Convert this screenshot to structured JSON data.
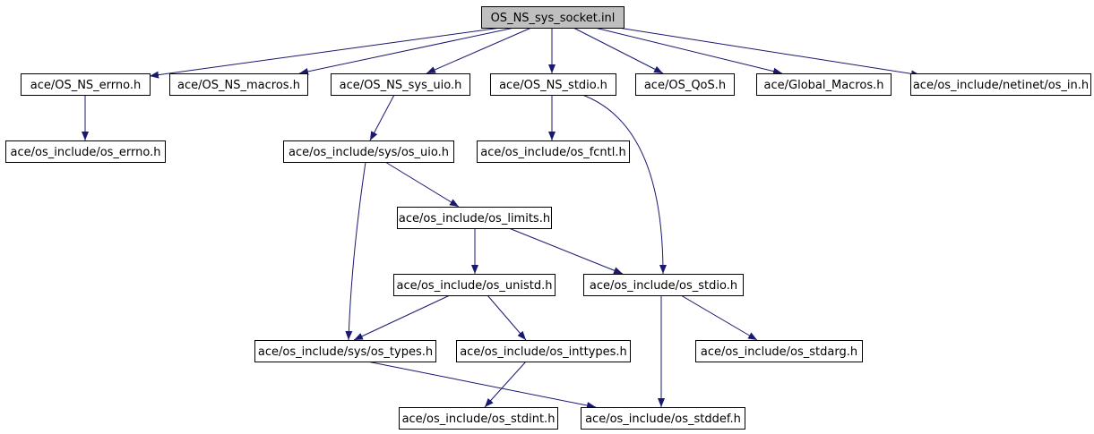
{
  "graph": {
    "colors": {
      "edge": "#191970",
      "root_fill": "#bfbfbf",
      "node_fill": "#ffffff",
      "border": "#000000"
    },
    "nodes": [
      {
        "id": "root",
        "label": "OS_NS_sys_socket.inl",
        "root": true
      },
      {
        "id": "errno",
        "label": "ace/OS_NS_errno.h"
      },
      {
        "id": "macros",
        "label": "ace/OS_NS_macros.h"
      },
      {
        "id": "sys_uio",
        "label": "ace/OS_NS_sys_uio.h"
      },
      {
        "id": "stdio_ns",
        "label": "ace/OS_NS_stdio.h"
      },
      {
        "id": "qos",
        "label": "ace/OS_QoS.h"
      },
      {
        "id": "global",
        "label": "ace/Global_Macros.h"
      },
      {
        "id": "os_in",
        "label": "ace/os_include/netinet/os_in.h"
      },
      {
        "id": "os_errno",
        "label": "ace/os_include/os_errno.h"
      },
      {
        "id": "os_uio",
        "label": "ace/os_include/sys/os_uio.h"
      },
      {
        "id": "os_fcntl",
        "label": "ace/os_include/os_fcntl.h"
      },
      {
        "id": "os_limits",
        "label": "ace/os_include/os_limits.h"
      },
      {
        "id": "os_unistd",
        "label": "ace/os_include/os_unistd.h"
      },
      {
        "id": "os_stdio",
        "label": "ace/os_include/os_stdio.h"
      },
      {
        "id": "os_types",
        "label": "ace/os_include/sys/os_types.h"
      },
      {
        "id": "os_inttypes",
        "label": "ace/os_include/os_inttypes.h"
      },
      {
        "id": "os_stdarg",
        "label": "ace/os_include/os_stdarg.h"
      },
      {
        "id": "os_stdint",
        "label": "ace/os_include/os_stdint.h"
      },
      {
        "id": "os_stddef",
        "label": "ace/os_include/os_stddef.h"
      }
    ],
    "edges": [
      {
        "from": "root",
        "to": "errno"
      },
      {
        "from": "root",
        "to": "macros"
      },
      {
        "from": "root",
        "to": "sys_uio"
      },
      {
        "from": "root",
        "to": "stdio_ns"
      },
      {
        "from": "root",
        "to": "qos"
      },
      {
        "from": "root",
        "to": "global"
      },
      {
        "from": "root",
        "to": "os_in"
      },
      {
        "from": "errno",
        "to": "os_errno"
      },
      {
        "from": "sys_uio",
        "to": "os_uio"
      },
      {
        "from": "stdio_ns",
        "to": "os_fcntl"
      },
      {
        "from": "stdio_ns",
        "to": "os_stdio"
      },
      {
        "from": "os_uio",
        "to": "os_limits"
      },
      {
        "from": "os_uio",
        "to": "os_types"
      },
      {
        "from": "os_limits",
        "to": "os_unistd"
      },
      {
        "from": "os_limits",
        "to": "os_stdio"
      },
      {
        "from": "os_unistd",
        "to": "os_types"
      },
      {
        "from": "os_unistd",
        "to": "os_inttypes"
      },
      {
        "from": "os_stdio",
        "to": "os_stdarg"
      },
      {
        "from": "os_stdio",
        "to": "os_stddef"
      },
      {
        "from": "os_types",
        "to": "os_stddef"
      },
      {
        "from": "os_inttypes",
        "to": "os_stdint"
      }
    ]
  }
}
